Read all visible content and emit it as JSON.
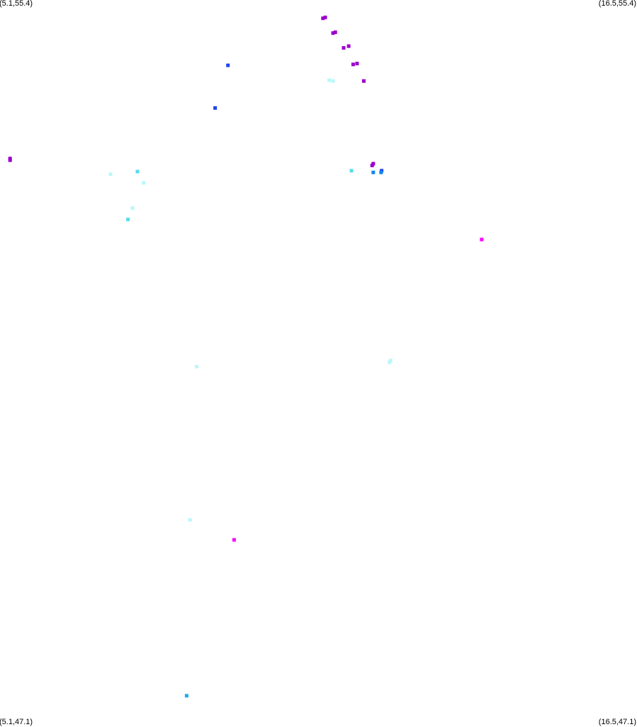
{
  "corners": {
    "top_left": "(5.1,55.4)",
    "top_right": "(16.5,55.4)",
    "bottom_left": "(5.1,47.1)",
    "bottom_right": "(16.5,47.1)"
  },
  "extent": {
    "lon_min": 5.1,
    "lon_max": 16.5,
    "lat_min": 47.1,
    "lat_max": 55.4
  },
  "colors": {
    "purple": "#9b00cc",
    "blue": "#2244ee",
    "sky": "#22aaee",
    "cyan": "#55ddee",
    "pale_cyan": "#bbf7f8",
    "magenta": "#ff00ff",
    "azure": "#1188ee"
  },
  "points": [
    {
      "lon": 10.88,
      "lat": 55.19,
      "color": "purple"
    },
    {
      "lon": 10.92,
      "lat": 55.2,
      "color": "purple"
    },
    {
      "lon": 11.06,
      "lat": 55.02,
      "color": "purple"
    },
    {
      "lon": 11.1,
      "lat": 55.03,
      "color": "purple"
    },
    {
      "lon": 11.25,
      "lat": 54.85,
      "color": "purple"
    },
    {
      "lon": 11.34,
      "lat": 54.87,
      "color": "purple"
    },
    {
      "lon": 11.42,
      "lat": 54.66,
      "color": "purple"
    },
    {
      "lon": 11.49,
      "lat": 54.67,
      "color": "purple"
    },
    {
      "lon": 11.61,
      "lat": 54.47,
      "color": "purple"
    },
    {
      "lon": 11.78,
      "lat": 53.52,
      "color": "purple"
    },
    {
      "lon": 11.76,
      "lat": 53.5,
      "color": "purple"
    },
    {
      "lon": 5.28,
      "lat": 53.58,
      "color": "purple"
    },
    {
      "lon": 5.28,
      "lat": 53.56,
      "color": "purple"
    },
    {
      "lon": 9.18,
      "lat": 54.65,
      "color": "blue"
    },
    {
      "lon": 8.95,
      "lat": 54.16,
      "color": "blue"
    },
    {
      "lon": 11.93,
      "lat": 53.44,
      "color": "blue"
    },
    {
      "lon": 11.78,
      "lat": 53.42,
      "color": "azure"
    },
    {
      "lon": 11.92,
      "lat": 53.42,
      "color": "azure"
    },
    {
      "lon": 10.99,
      "lat": 54.48,
      "color": "pale_cyan"
    },
    {
      "lon": 11.06,
      "lat": 54.47,
      "color": "pale_cyan"
    },
    {
      "lon": 11.39,
      "lat": 53.44,
      "color": "cyan"
    },
    {
      "lon": 7.56,
      "lat": 53.43,
      "color": "cyan"
    },
    {
      "lon": 7.08,
      "lat": 53.4,
      "color": "pale_cyan"
    },
    {
      "lon": 7.67,
      "lat": 53.3,
      "color": "pale_cyan"
    },
    {
      "lon": 7.47,
      "lat": 53.01,
      "color": "pale_cyan"
    },
    {
      "lon": 7.39,
      "lat": 52.88,
      "color": "cyan"
    },
    {
      "lon": 13.72,
      "lat": 52.65,
      "color": "magenta"
    },
    {
      "lon": 12.09,
      "lat": 51.26,
      "color": "pale_cyan"
    },
    {
      "lon": 12.07,
      "lat": 51.24,
      "color": "pale_cyan"
    },
    {
      "lon": 8.62,
      "lat": 51.19,
      "color": "pale_cyan"
    },
    {
      "lon": 8.5,
      "lat": 49.43,
      "color": "pale_cyan"
    },
    {
      "lon": 9.29,
      "lat": 49.2,
      "color": "magenta"
    },
    {
      "lon": 8.44,
      "lat": 47.41,
      "color": "sky"
    }
  ]
}
